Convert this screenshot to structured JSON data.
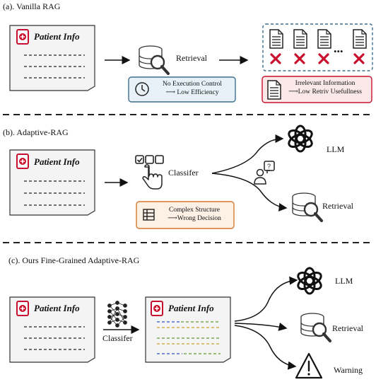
{
  "vanilla": {
    "title": "(a). Vanilla RAG",
    "doc_title": "Patient Info",
    "retrieval_label": "Retrieval",
    "note_blue_line1": "No Execution Control",
    "note_blue_line2": "⟶ Low Efficiency",
    "note_red_line1": "Irrelevant Information",
    "note_red_line2": "⟶Low Retriv Usefullness",
    "ellipsis": "..."
  },
  "adaptive": {
    "title": "(b). Adaptive-RAG",
    "doc_title": "Patient Info",
    "classifier_label": "Classifer",
    "note_line1": "Complex Structure",
    "note_line2": "⟶Wrong Decision",
    "llm_label": "LLM",
    "retrieval_label": "Retrieval"
  },
  "ours": {
    "title": "(c). Ours Fine-Grained Adaptive-RAG",
    "doc_title_left": "Patient Info",
    "doc_title_right": "Patient Info",
    "classifier_label": "Classifer",
    "llm_label": "LLM",
    "retrieval_label": "Retrieval",
    "warning_label": "Warning"
  },
  "colors": {
    "red": "#c8102e",
    "blue_border": "#3d6f8e",
    "blue_fill": "#e7f1f7",
    "red_fill": "#fbe9ea",
    "orange_border": "#d9772b",
    "orange_fill": "#fdf1e6",
    "green_line": "#5f9a2d",
    "blue_line": "#2e4fbf"
  },
  "icons": [
    "document-icon",
    "database-search-icon",
    "clock-icon",
    "red-x-icon",
    "file-list-icon",
    "checkbox-icon",
    "pointing-hand-icon",
    "user-question-icon",
    "openai-logo-icon",
    "table-icon",
    "neural-network-icon",
    "warning-icon"
  ]
}
